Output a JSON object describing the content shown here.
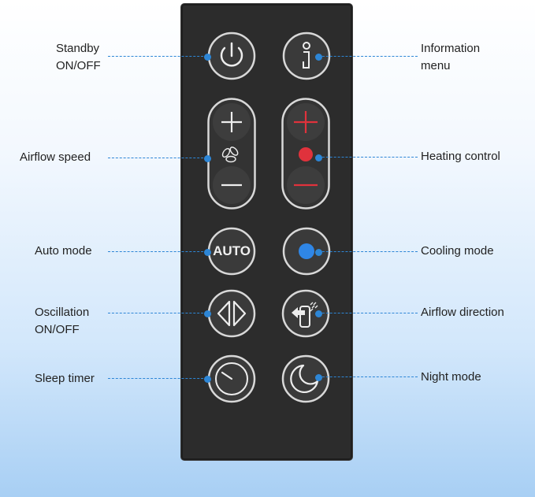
{
  "colors": {
    "accent_line": "#2d86d6",
    "heat_red": "#e0323c",
    "cool_blue": "#2f86e6",
    "remote_body": "#2c2c2c",
    "button_face": "#383838"
  },
  "remote": {
    "buttons": [
      {
        "name": "standby-button",
        "icon": "power-icon"
      },
      {
        "name": "information-button",
        "icon": "info-icon"
      },
      {
        "name": "airflow-speed-rocker",
        "icon": "fan-icon"
      },
      {
        "name": "heating-control-rocker",
        "icon": "heat-dot-icon"
      },
      {
        "name": "auto-mode-button",
        "icon": "auto-text",
        "text": "AUTO"
      },
      {
        "name": "cooling-mode-button",
        "icon": "cool-dot-icon"
      },
      {
        "name": "oscillation-button",
        "icon": "oscillation-icon"
      },
      {
        "name": "airflow-direction-button",
        "icon": "airflow-direction-icon"
      },
      {
        "name": "sleep-timer-button",
        "icon": "timer-icon"
      },
      {
        "name": "night-mode-button",
        "icon": "moon-icon"
      }
    ]
  },
  "labels": {
    "standby": "Standby\nON/OFF",
    "airflow_speed": "Airflow speed",
    "auto_mode": "Auto mode",
    "oscillation": "Oscillation\nON/OFF",
    "sleep_timer": "Sleep timer",
    "information": "Information\nmenu",
    "heating_control": "Heating control",
    "cooling_mode": "Cooling mode",
    "airflow_direction": "Airflow direction",
    "night_mode": "Night mode"
  }
}
